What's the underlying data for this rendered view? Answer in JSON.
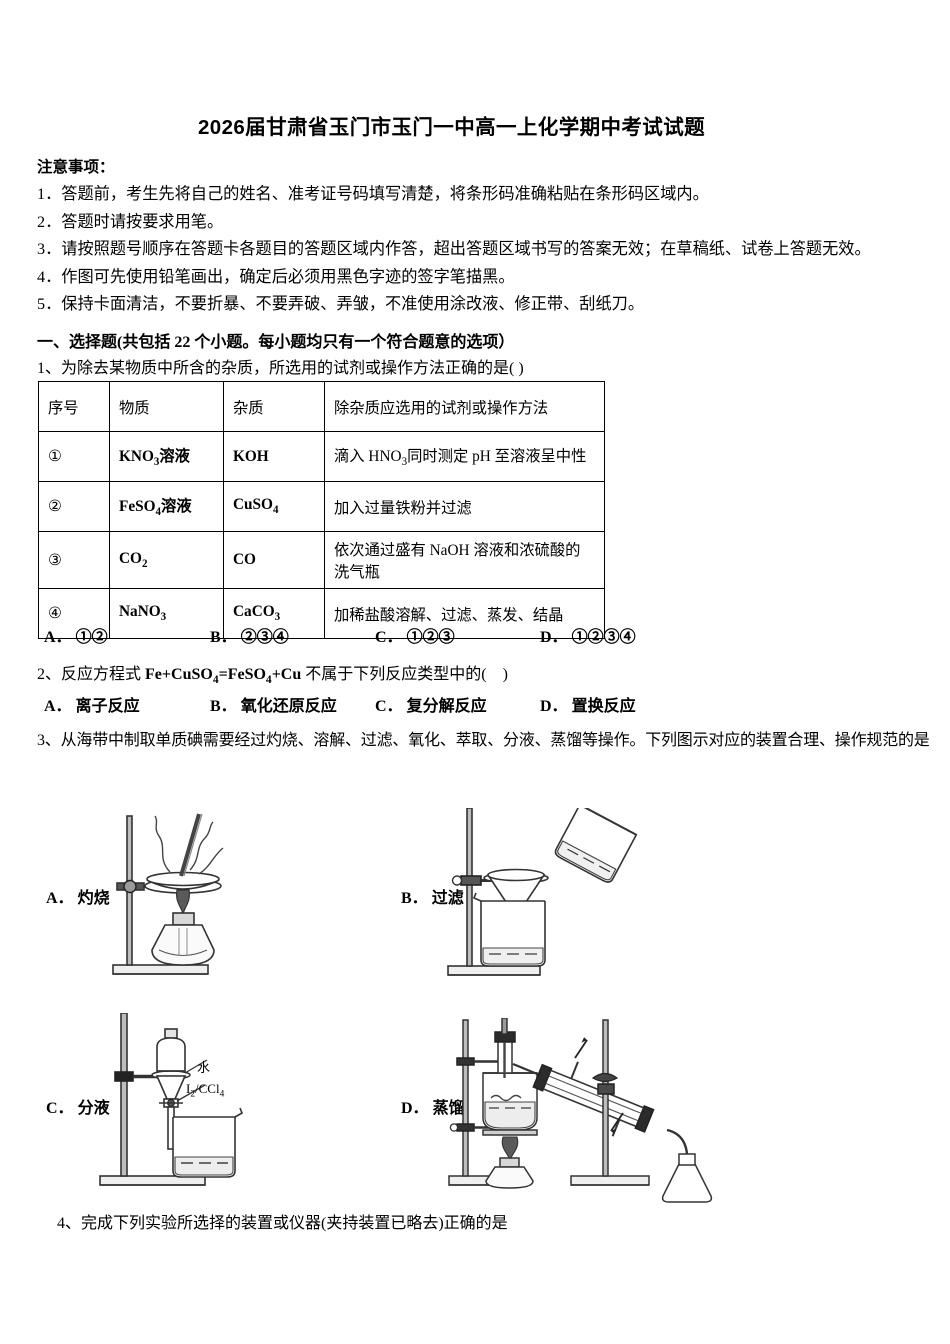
{
  "document": {
    "title": "2026届甘肃省玉门市玉门一中高一上化学期中考试试题"
  },
  "notice": {
    "heading": "注意事项：",
    "items": [
      "1．答题前，考生先将自己的姓名、准考证号码填写清楚，将条形码准确粘贴在条形码区域内。",
      "2．答题时请按要求用笔。",
      "3．请按照题号顺序在答题卡各题目的答题区域内作答，超出答题区域书写的答案无效；在草稿纸、试卷上答题无效。",
      "4．作图可先使用铅笔画出，确定后必须用黑色字迹的签字笔描黑。",
      "5．保持卡面清洁，不要折暴、不要弄破、弄皱，不准使用涂改液、修正带、刮纸刀。"
    ]
  },
  "section": {
    "heading": "一、选择题(共包括 22 个小题。每小题均只有一个符合题意的选项）"
  },
  "questions": {
    "q1": {
      "stem": "1、为除去某物质中所含的杂质，所选用的试剂或操作方法正确的是( )",
      "table": {
        "headers": [
          "序号",
          "物质",
          "杂质",
          "除杂质应选用的试剂或操作方法"
        ],
        "rows": [
          {
            "index": "①",
            "substance": "KNO3溶液",
            "impurity": "KOH",
            "method": "滴入 HNO3同时测定 pH 至溶液呈中性"
          },
          {
            "index": "②",
            "substance": "FeSO4溶液",
            "impurity": "CuSO4",
            "method": "加入过量铁粉并过滤"
          },
          {
            "index": "③",
            "substance": "CO2",
            "impurity": "CO",
            "method": "依次通过盛有 NaOH 溶液和浓硫酸的洗气瓶"
          },
          {
            "index": "④",
            "substance": "NaNO3",
            "impurity": "CaCO3",
            "method": "加稀盐酸溶解、过滤、蒸发、结晶"
          }
        ]
      },
      "options": [
        {
          "letter": "A．",
          "text": "①②"
        },
        {
          "letter": "B．",
          "text": "②③④"
        },
        {
          "letter": "C．",
          "text": "①②③"
        },
        {
          "letter": "D．",
          "text": "①②③④"
        }
      ]
    },
    "q2": {
      "stem": "2、反应方程式 Fe+CuSO4=FeSO4+Cu 不属于下列反应类型中的(    )",
      "options": [
        {
          "letter": "A．",
          "text": "离子反应"
        },
        {
          "letter": "B．",
          "text": "氧化还原反应"
        },
        {
          "letter": "C．",
          "text": "复分解反应"
        },
        {
          "letter": "D．",
          "text": "置换反应"
        }
      ]
    },
    "q3": {
      "stem": "3、从海带中制取单质碘需要经过灼烧、溶解、过滤、氧化、萃取、分液、蒸馏等操作。下列图示对应的装置合理、操作规范的是",
      "figures": [
        {
          "letter": "A．",
          "label": "灼烧",
          "name": "roasting-apparatus"
        },
        {
          "letter": "B．",
          "label": "过滤",
          "name": "filtration-apparatus"
        },
        {
          "letter": "C．",
          "label": "分液",
          "name": "liquid-separation-apparatus"
        },
        {
          "letter": "D．",
          "label": "蒸馏",
          "name": "distillation-apparatus"
        }
      ],
      "annotations": {
        "water": "水",
        "organic": "I2/CCl4"
      }
    },
    "q4": {
      "stem": "4、完成下列实验所选择的装置或仪器(夹持装置已略去)正确的是"
    }
  },
  "colors": {
    "text": "#000000",
    "background": "#ffffff",
    "rule": "#000000",
    "glass_fill": "#ffffff",
    "glass_stroke": "#3a3a3a",
    "metal": "#7a7a7a"
  }
}
